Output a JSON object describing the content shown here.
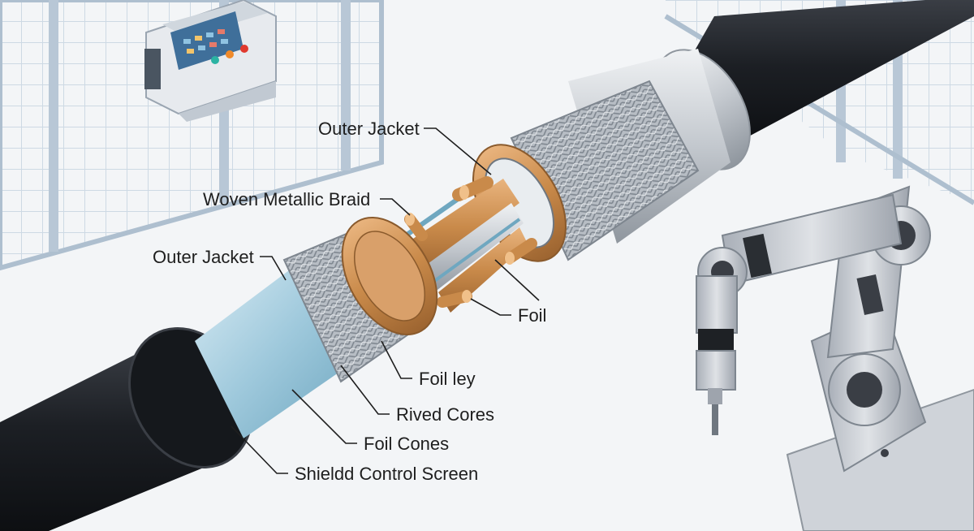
{
  "labels": {
    "outer_jacket_top": "Outer Jacket",
    "woven_metallic_braid": "Woven Metallic Braid",
    "outer_jacket_left": "Outer Jacket",
    "foil": "Foil",
    "foil_ley": "Foil ley",
    "rived_cores": "Rived Cores",
    "foil_cones": "Foil Cones",
    "shield_control_screen": "Shieldd Control Screen"
  },
  "colors": {
    "jacket": "#1c1f24",
    "braid": "#a9b0b8",
    "foil_blue": "#9fc9dc",
    "copper": "#c98a4a",
    "grid": "#c9d6e2",
    "robot": "#c2c7cf"
  }
}
